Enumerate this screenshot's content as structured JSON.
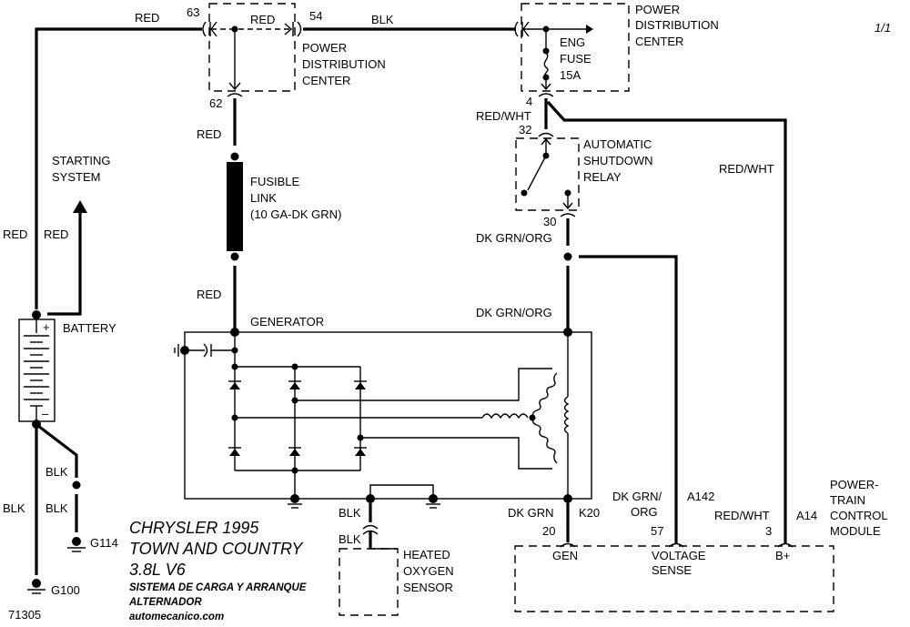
{
  "page_indicator": "1/1",
  "diagram_id": "71305",
  "title": {
    "make_year": "CHRYSLER 1995",
    "model": "TOWN AND COUNTRY",
    "engine": "3.8L  V6",
    "system_es": "SISTEMA DE CARGA Y  ARRANQUE",
    "component_es": "ALTERNADOR",
    "source": "automecanico.com"
  },
  "components": {
    "pdc_left": {
      "line1": "POWER",
      "line2": "DISTRIBUTION",
      "line3": "CENTER",
      "pin_in": "63",
      "pin_out": "54",
      "pin_down": "62",
      "internal_wire": "RED"
    },
    "pdc_right": {
      "line1": "POWER",
      "line2": "DISTRIBUTION",
      "line3": "CENTER",
      "fuse_line1": "ENG",
      "fuse_line2": "FUSE",
      "fuse_line3": "15A",
      "pin_down": "4"
    },
    "asd_relay": {
      "line1": "AUTOMATIC",
      "line2": "SHUTDOWN",
      "line3": "RELAY",
      "pin_in": "32",
      "pin_out": "30"
    },
    "fusible_link": {
      "line1": "FUSIBLE",
      "line2": "LINK",
      "line3": "(10 GA-DK GRN)"
    },
    "starting_system": {
      "line1": "STARTING",
      "line2": "SYSTEM"
    },
    "battery": {
      "label": "BATTERY",
      "plus": "+",
      "minus": "–"
    },
    "generator": {
      "label": "GENERATOR"
    },
    "o2_sensor": {
      "line1": "HEATED",
      "line2": "OXYGEN",
      "line3": "SENSOR"
    },
    "pcm": {
      "line1": "POWER-",
      "line2": "TRAIN",
      "line3": "CONTROL",
      "line4": "MODULE",
      "pins": [
        {
          "num": "20",
          "name": "GEN",
          "circuit": "K20",
          "wire": "DK GRN"
        },
        {
          "num": "57",
          "name_line1": "VOLTAGE",
          "name_line2": "SENSE",
          "circuit": "A142",
          "wire_line1": "DK GRN/",
          "wire_line2": "ORG"
        },
        {
          "num": "3",
          "name": "B+",
          "circuit": "A14",
          "wire": "RED/WHT"
        }
      ]
    }
  },
  "grounds": {
    "g100": "G100",
    "g114": "G114"
  },
  "wires": {
    "red_top": "RED",
    "blk_top": "BLK",
    "red_62": "RED",
    "red_gen": "RED",
    "red_batt_left": "RED",
    "red_batt_right": "RED",
    "redwht_4_32": "RED/WHT",
    "redwht_right": "RED/WHT",
    "dkgrnorg_30": "DK GRN/ORG",
    "dkgrnorg_gen": "DK GRN/ORG",
    "blk_g100": "BLK",
    "blk_g114_top": "BLK",
    "blk_g114_bottom": "BLK",
    "blk_o2_top": "BLK",
    "blk_o2_bottom": "BLK"
  }
}
